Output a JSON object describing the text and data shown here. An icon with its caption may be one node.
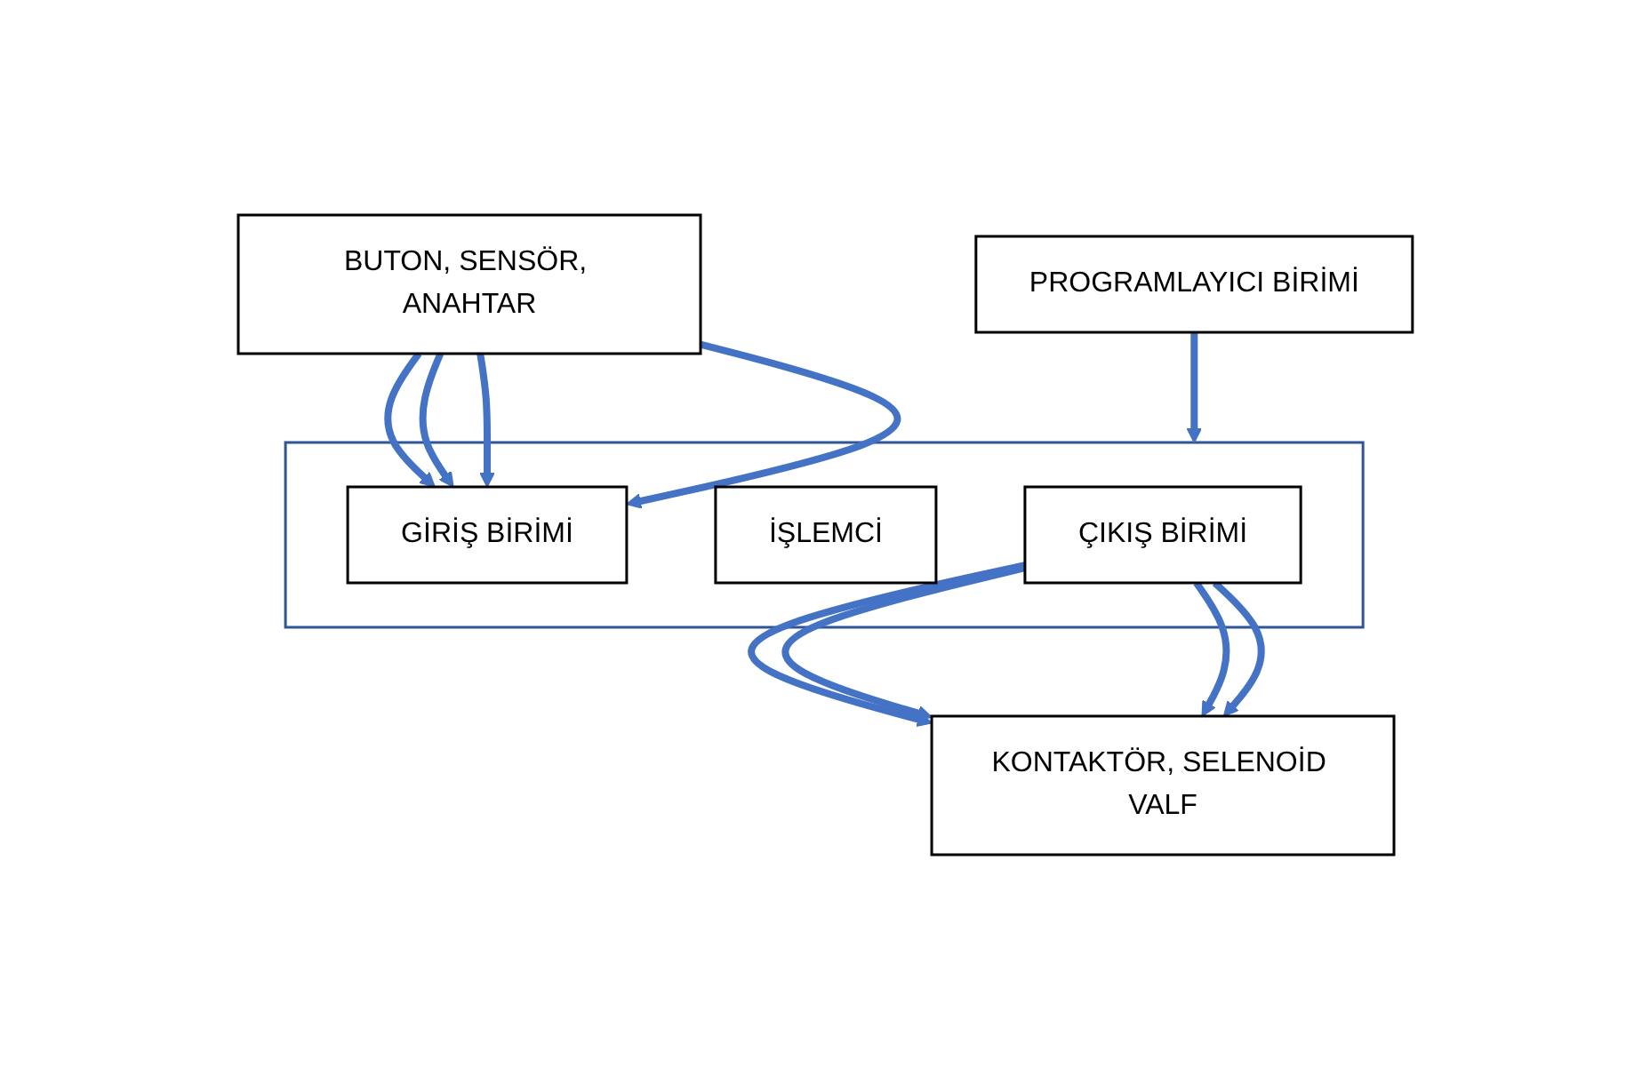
{
  "diagram": {
    "nodes": [
      {
        "text": [
          "BUTON, SENSÖR, ANAHTAR"
        ]
      },
      {
        "text": [
          "PROGRAMLAYICI BİRİMİ"
        ]
      },
      {
        "text": [],
        "shape": "box"
      },
      {
        "text": [
          "GİRİŞ BİRİMİ"
        ],
        "in": 2
      },
      {
        "text": [
          "İŞLEMCİ"
        ],
        "in": 2
      },
      {
        "text": [
          "ÇIKIŞ BİRİMİ"
        ],
        "in": 2
      },
      {
        "text": [
          "KONTAKTÖR, SELENOİD VALF"
        ]
      }
    ],
    "edges": [
      {
        "from": 0,
        "to": 3,
        "arrow": "to"
      },
      {
        "from": 0,
        "to": 3,
        "arrow": "to"
      },
      {
        "from": 0,
        "to": 3,
        "arrow": "to"
      },
      {
        "from": 0,
        "to": 3,
        "arrow": "to"
      },
      {
        "from": 1,
        "to": 2,
        "arrow": "to"
      },
      {
        "from": 5,
        "to": 6,
        "arrow": "to"
      },
      {
        "from": 5,
        "to": 6,
        "arrow": "to"
      },
      {
        "from": 5,
        "to": 6,
        "arrow": "to"
      },
      {
        "from": 5,
        "to": 6,
        "arrow": "to"
      }
    ]
  }
}
